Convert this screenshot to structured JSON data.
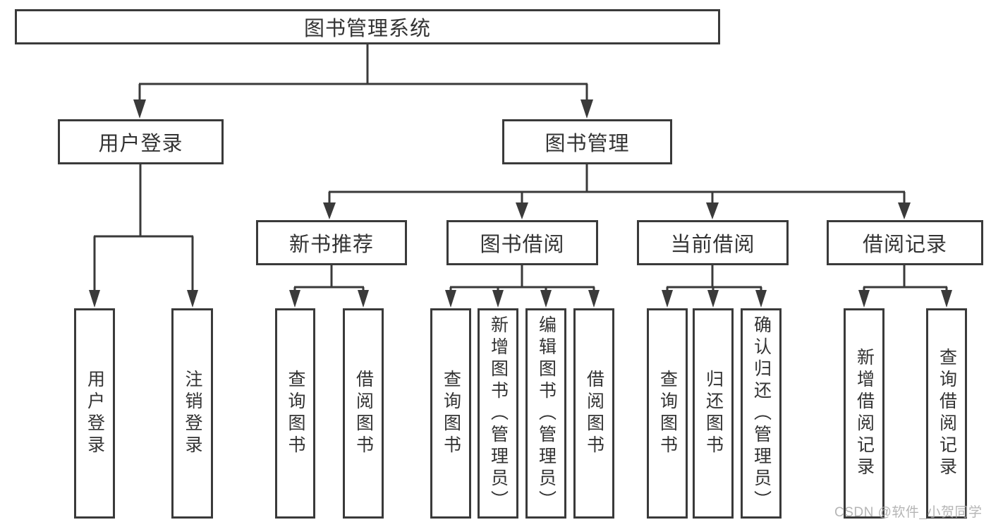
{
  "diagram": {
    "root": {
      "label": "图书管理系统"
    },
    "level2": {
      "user_login": {
        "label": "用户登录"
      },
      "book_mgmt": {
        "label": "图书管理"
      }
    },
    "level3": {
      "new_books": {
        "label": "新书推荐"
      },
      "book_borrow": {
        "label": "图书借阅"
      },
      "current_borrow": {
        "label": "当前借阅"
      },
      "borrow_records": {
        "label": "借阅记录"
      }
    },
    "leaves": {
      "user_login_leaf": "用户登录",
      "logout": "注销登录",
      "nb_query": "查询图书",
      "nb_borrow": "借阅图书",
      "bb_query": "查询图书",
      "bb_add": "新增图书（管理员）",
      "bb_edit": "编辑图书（管理员）",
      "bb_borrow": "借阅图书",
      "cb_query": "查询图书",
      "cb_return": "归还图书",
      "cb_confirm": "确认归还（管理员）",
      "br_add": "新增借阅记录",
      "br_query": "查询借阅记录"
    },
    "colors": {
      "line": "#3a3a3a",
      "text": "#333333",
      "watermark": "#a9a9a9"
    },
    "watermark": "CSDN @软件_小贺同学"
  }
}
